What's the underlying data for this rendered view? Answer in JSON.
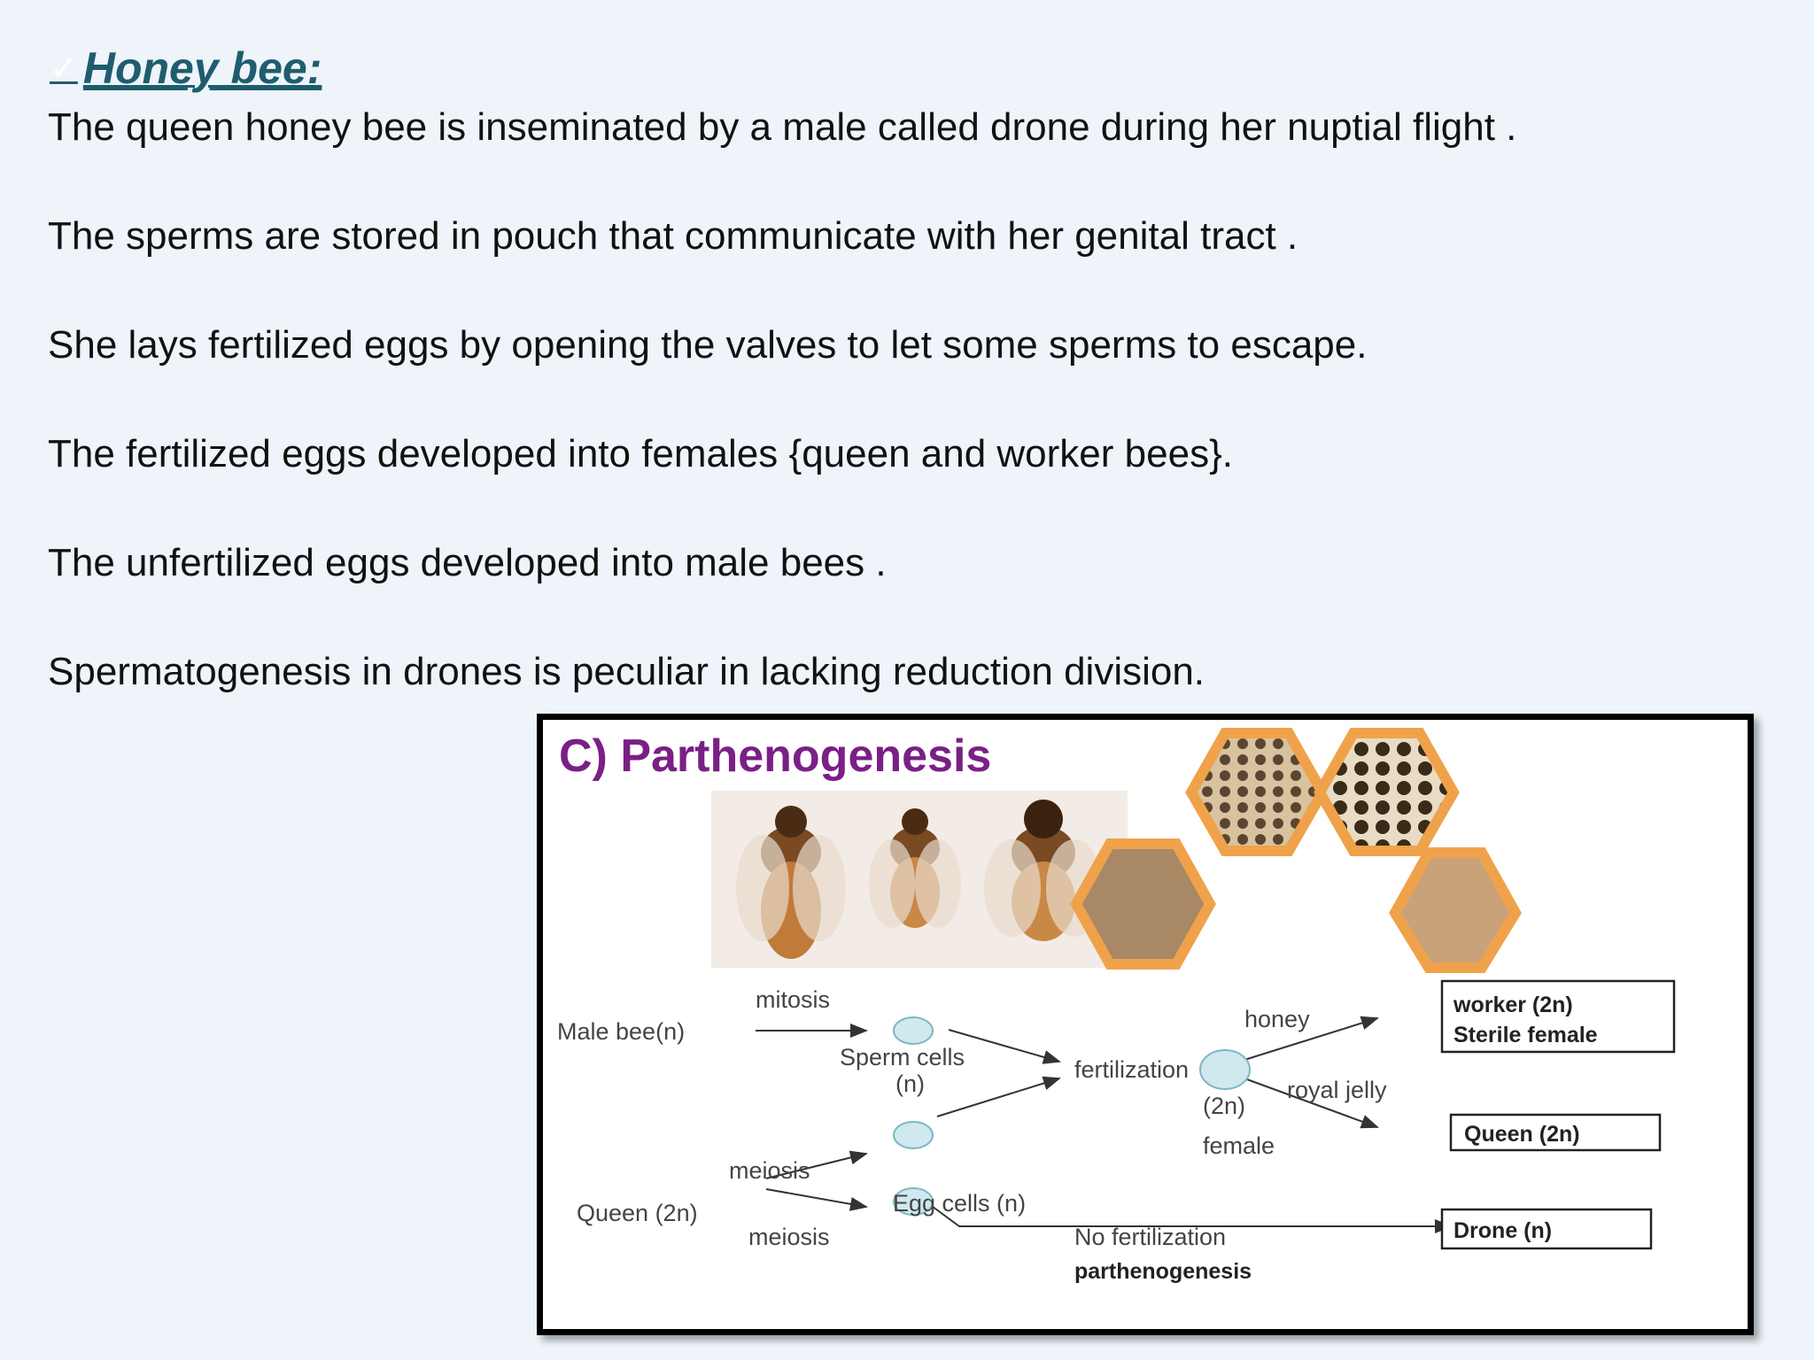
{
  "heading": {
    "check_icon": "checkmark-icon",
    "text": "Honey bee:"
  },
  "paragraphs": [
    "The queen honey bee is inseminated by a male called drone during her nuptial flight .",
    "The sperms are stored in pouch that communicate with her genital tract .",
    "She lays fertilized eggs by opening the valves to let some sperms to escape.",
    "The fertilized eggs developed into females {queen and worker bees}.",
    "The unfertilized eggs developed into male bees .",
    "Spermatogenesis in drones is peculiar in lacking reduction division."
  ],
  "figure": {
    "title": "C) Parthenogenesis",
    "title_color": "#7a1f86",
    "cell_color": "#cfe9ef",
    "honeycomb_color": "#f0a24a",
    "labels": {
      "male_bee": "Male bee(n)",
      "mitosis": "mitosis",
      "sperm_cells": "Sperm cells",
      "sperm_n": "(n)",
      "fertilization": "fertilization",
      "two_n": "(2n)",
      "female": "female",
      "honey": "honey",
      "royal_jelly": "royal jelly",
      "meiosis_top": "meiosis",
      "queen": "Queen (2n)",
      "meiosis_bottom": "meiosis",
      "egg_cells": "Egg cells (n)",
      "no_fertilization": "No  fertilization",
      "parthenogenesis": "parthenogenesis"
    },
    "boxes": {
      "worker_line1": "worker (2n)",
      "worker_line2": "Sterile female",
      "queen_box": "Queen (2n)",
      "drone_box": "Drone (n)"
    }
  }
}
